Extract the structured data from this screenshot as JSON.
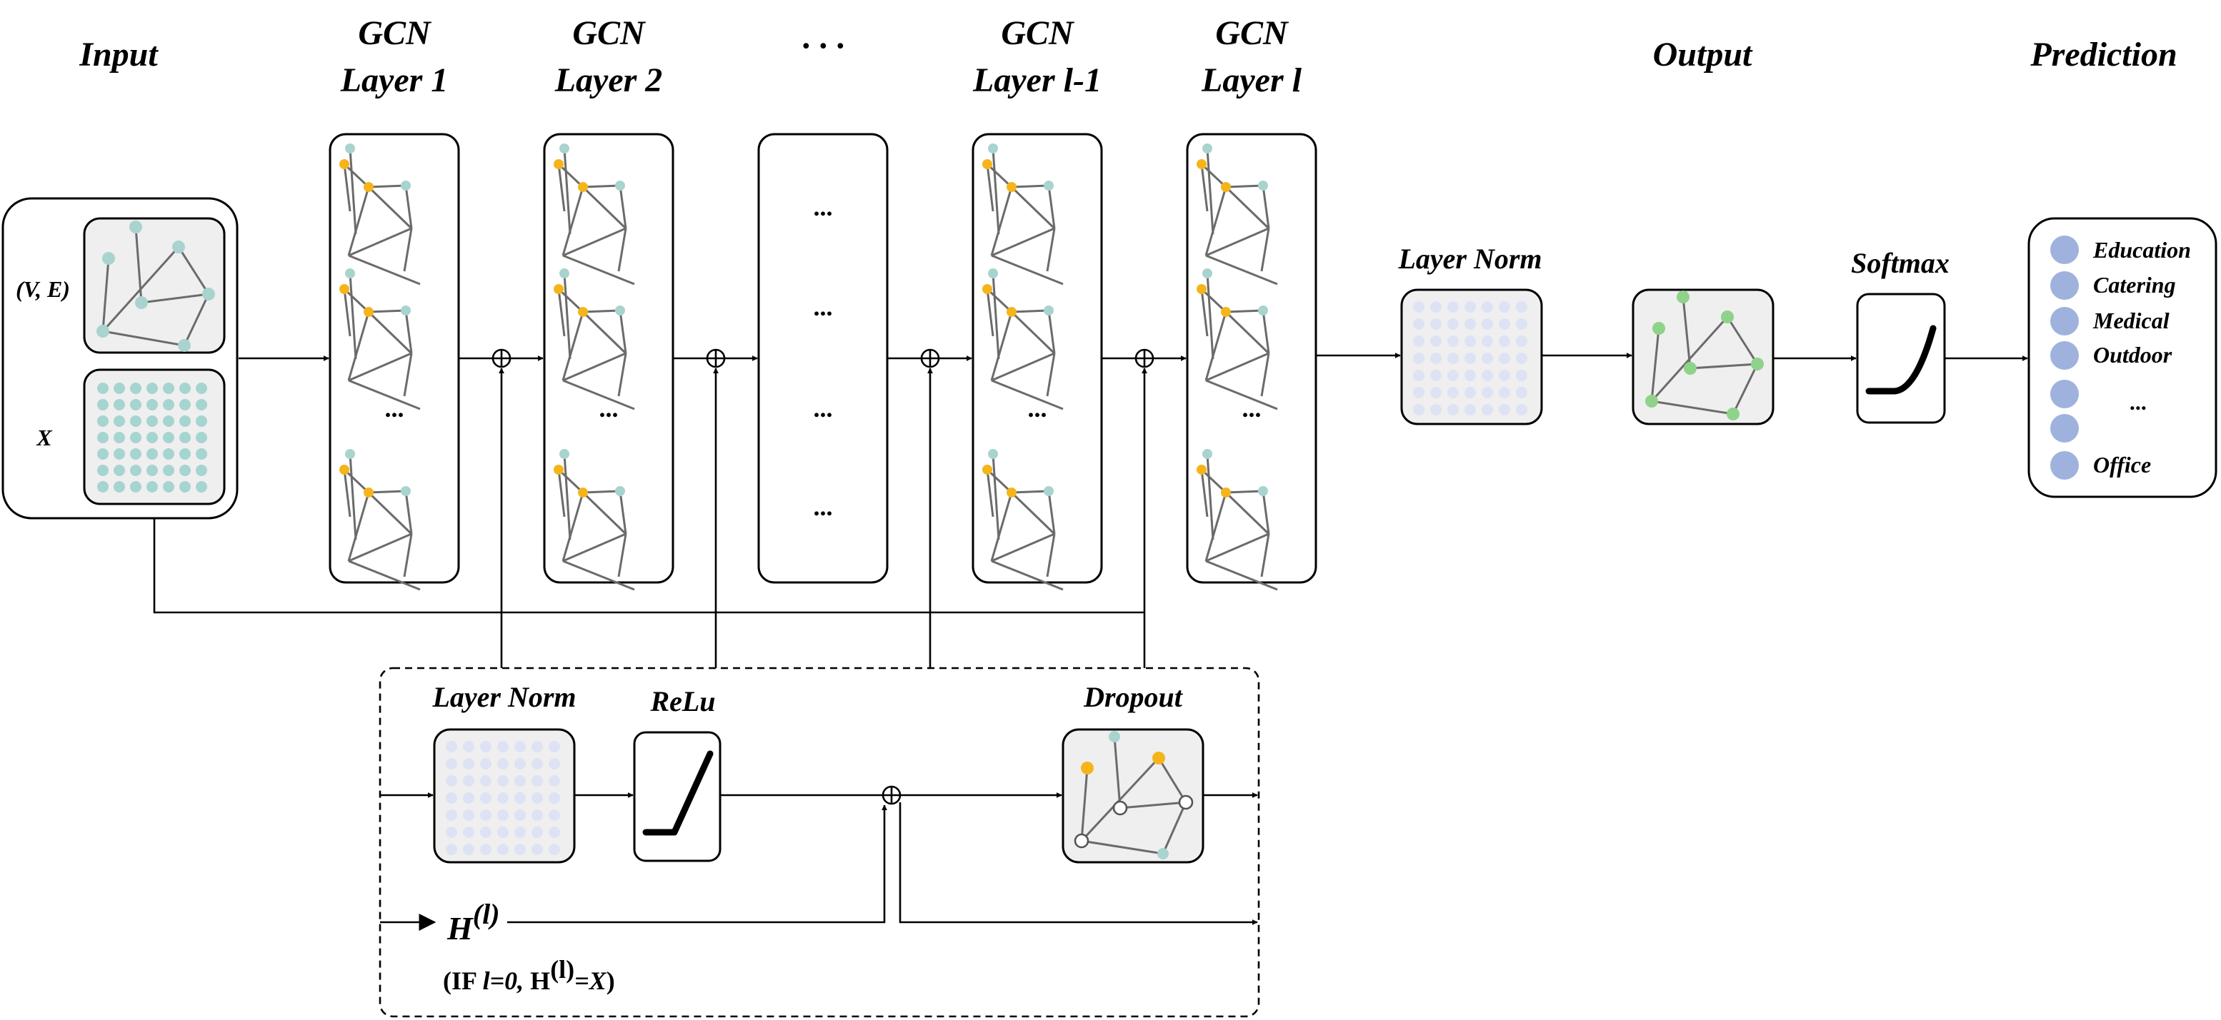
{
  "headers": {
    "input": "Input",
    "gcn": "GCN",
    "layer1": "Layer 1",
    "layer2": "Layer 2",
    "ellipsis": "· · ·",
    "layer_lm1": "Layer l-1",
    "layer_l": "Layer l",
    "output": "Output",
    "prediction": "Prediction"
  },
  "input_panel": {
    "graph_label": "(V, E)",
    "feature_label": "X"
  },
  "stack_dots": "...",
  "blocks": {
    "layer_norm": "Layer Norm",
    "softmax": "Softmax",
    "relu": "ReLu",
    "dropout": "Dropout"
  },
  "classes": [
    "Education",
    "Catering",
    "Medical",
    "Outdoor",
    "...",
    "Office"
  ],
  "hidden_state": {
    "H": "H",
    "sup": "(l)",
    "cond_prefix": "(IF ",
    "cond_l": "l=0, ",
    "cond_H": "H",
    "cond_sup": "(l)",
    "cond_eq": "=X",
    "cond_suffix": ")"
  },
  "colors": {
    "node_teal": "#a9d3cf",
    "node_orange": "#f5b51a",
    "node_green": "#8fd28a",
    "feature_teal": "#a5d5d0",
    "feature_blue": "#dde3f5",
    "class_circle": "#9fb2dd",
    "panel_fill": "#efefef"
  }
}
